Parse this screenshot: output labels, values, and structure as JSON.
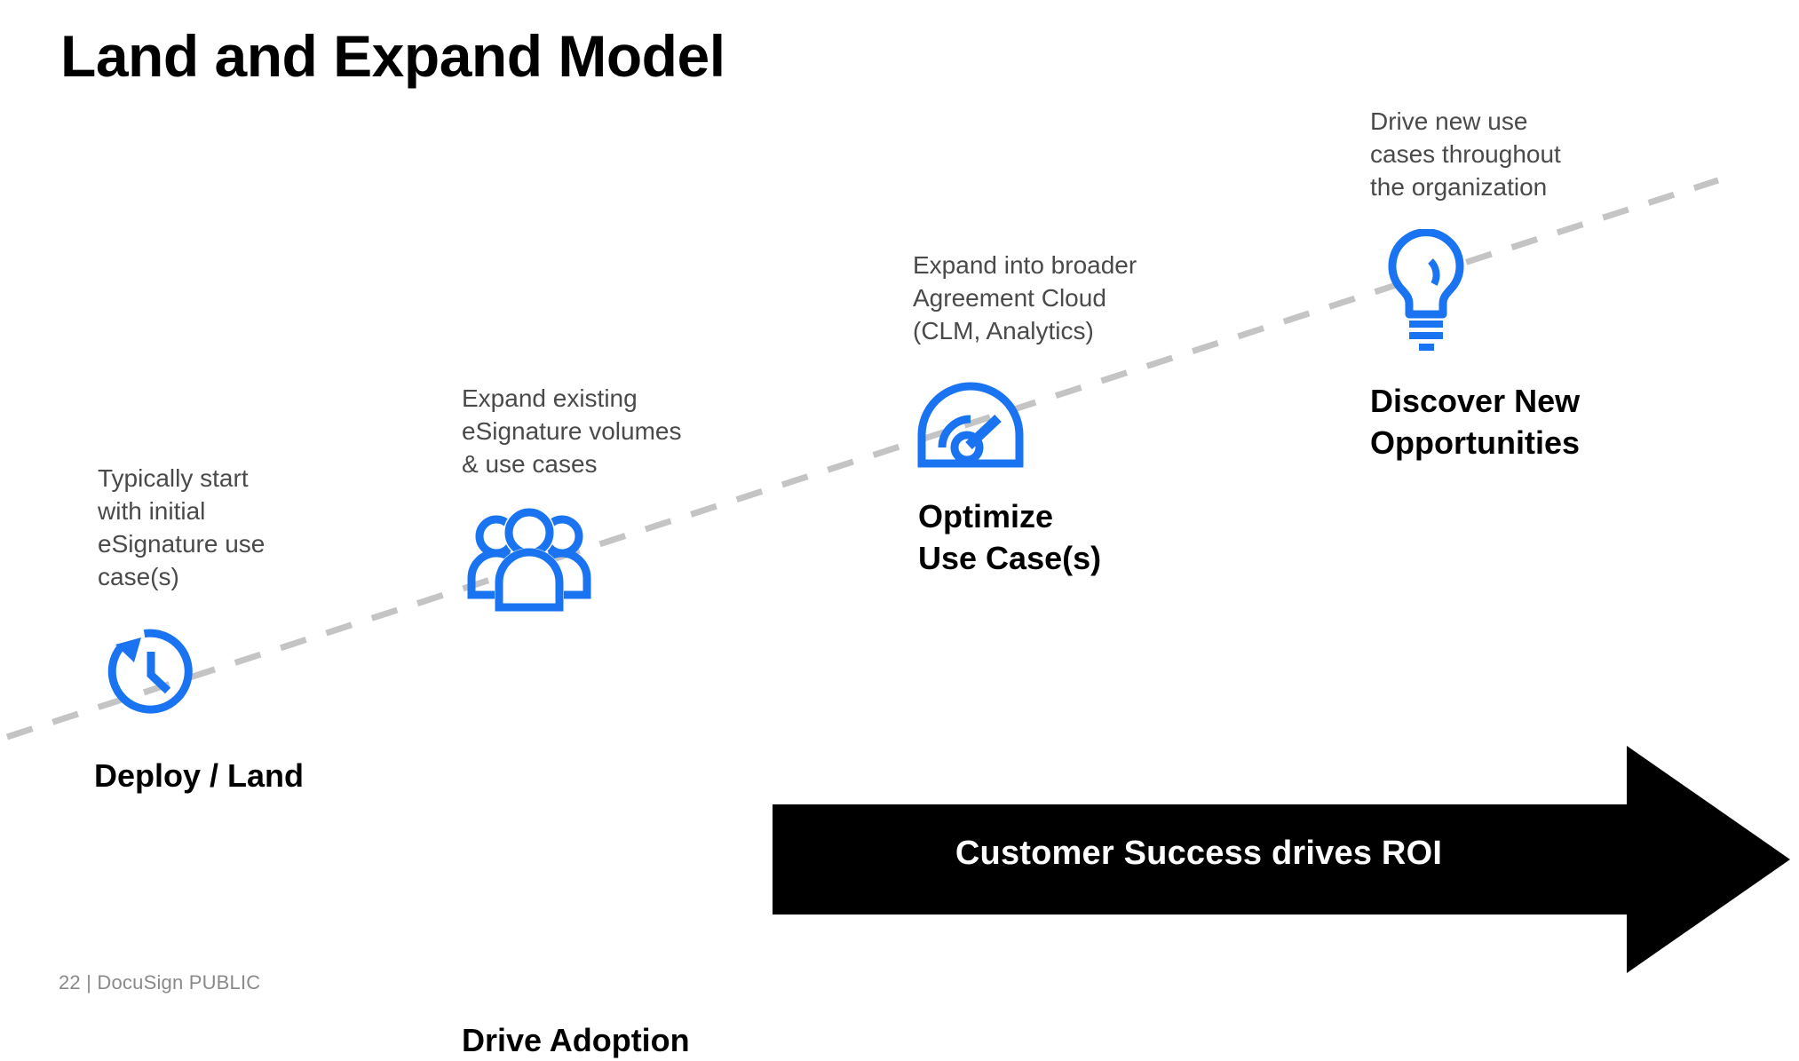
{
  "slide": {
    "title": "Land and Expand Model",
    "footer": "22  |  DocuSign PUBLIC",
    "accent_color": "#1a73f0",
    "text_color": "#4a4a4a",
    "heading_color": "#000000",
    "dash_color": "#c4c4c4",
    "arrow_color": "#000000",
    "background": "#ffffff"
  },
  "steps": [
    {
      "id": "deploy-land",
      "description": "Typically start\nwith initial\neSignature use\ncase(s)",
      "label": "Deploy / Land",
      "icon": "clock-refresh-icon"
    },
    {
      "id": "drive-adoption",
      "description": "Expand existing\neSignature volumes\n& use cases",
      "label": "Drive Adoption",
      "icon": "people-group-icon"
    },
    {
      "id": "optimize-use-cases",
      "description": "Expand into broader\nAgreement Cloud\n(CLM, Analytics)",
      "label": "Optimize\nUse Case(s)",
      "icon": "speedometer-icon"
    },
    {
      "id": "discover-new-opportunities",
      "description": "Drive new use\ncases throughout\nthe organization",
      "label": "Discover New\nOpportunities",
      "icon": "lightbulb-icon"
    }
  ],
  "banner": {
    "text": "Customer Success drives ROI",
    "shape": "right-arrow"
  }
}
